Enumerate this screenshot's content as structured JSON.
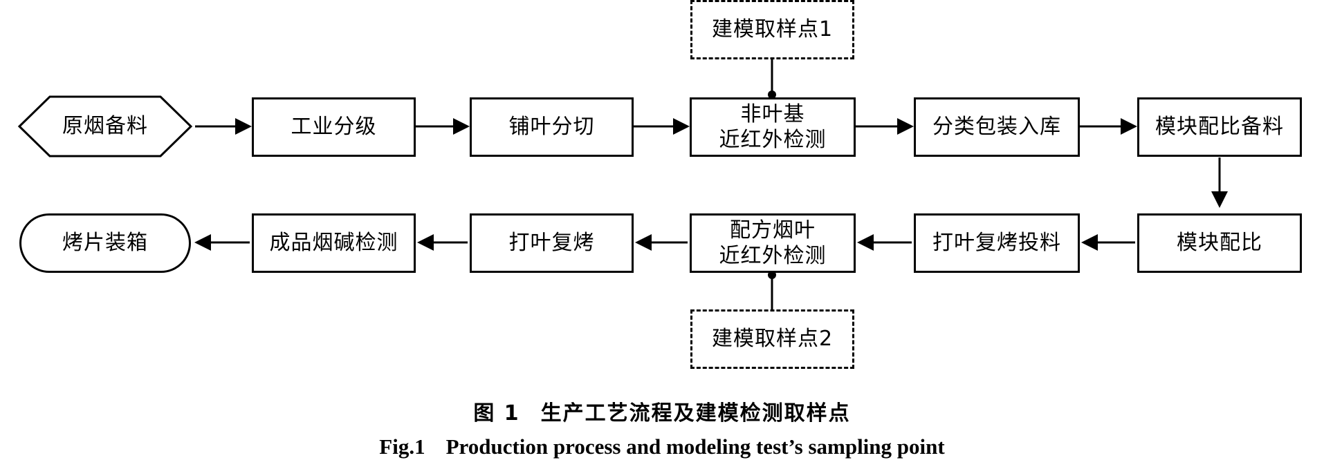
{
  "nodes": {
    "raw": "原烟备料",
    "grading": "工业分级",
    "cutting": "铺叶分切",
    "nir1_l1": "非叶基",
    "nir1_l2": "近红外检测",
    "packing": "分类包装入库",
    "module_prep": "模块配比备料",
    "sample1": "建模取样点1",
    "module_ratio": "模块配比",
    "feeding": "打叶复烤投料",
    "nir2_l1": "配方烟叶",
    "nir2_l2": "近红外检测",
    "redrying": "打叶复烤",
    "nicotine": "成品烟碱检测",
    "boxing": "烤片装箱",
    "sample2": "建模取样点2"
  },
  "caption": {
    "cn_label": "图 1",
    "cn_text": "生产工艺流程及建模检测取样点",
    "en_label": "Fig.1",
    "en_text": "Production process and modeling test’s sampling point"
  },
  "colors": {
    "stroke": "#000000",
    "background": "#ffffff"
  }
}
